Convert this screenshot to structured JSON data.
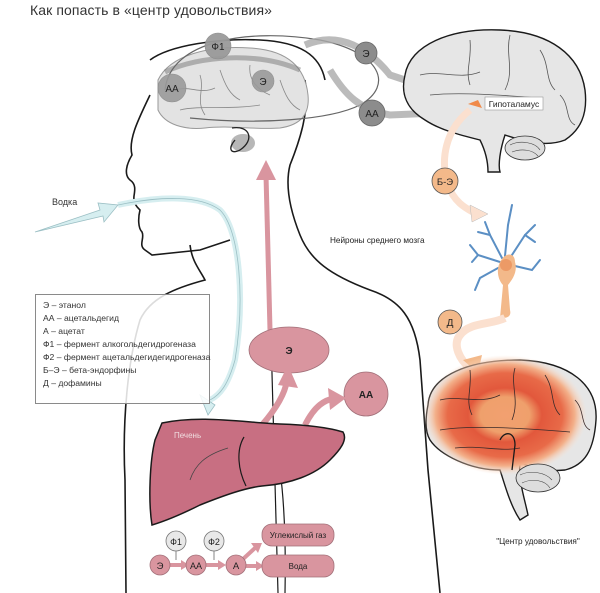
{
  "title": "Как попасть в «центр удовольствия»",
  "labels": {
    "vodka": "Водка",
    "liver": "Печень",
    "hypothalamus": "Гипоталамус",
    "midbrain_neurons": "Нейроны среднего мозга",
    "pleasure_center": "\"Центр удовольствия\""
  },
  "head_brain_circles": {
    "f1": "Ф1",
    "aa": "АА",
    "e": "Э"
  },
  "right_brain_circles": {
    "e": "Э",
    "aa": "АА"
  },
  "body_circles": {
    "e": "Э",
    "aa": "АА"
  },
  "signal_circles": {
    "beta_endorphins": "Б-Э",
    "dopamine": "Д"
  },
  "metabolism_chain": {
    "enzyme1": "Ф1",
    "enzyme2": "Ф2",
    "ethanol": "Э",
    "acetaldehyde": "АА",
    "acetate": "А",
    "product1": "Углекислый газ",
    "product2": "Вода"
  },
  "legend": [
    "Э – этанол",
    "АА – ацетальдегид",
    "А – ацетат",
    "Ф1 – фермент алкогольдегидрогеназа",
    "Ф2 – фермент ацетальдегидегидрогеназа",
    "Б–Э – бета-эндорфины",
    "Д – дофамины"
  ],
  "colors": {
    "pink_fill": "#d9959f",
    "liver_fill": "#c86f82",
    "grey_circle": "#9a9a9a",
    "orange_circle": "#f3b98a",
    "neuron_blue": "#5b8fc4",
    "vodka_arrow": "#d6eef0",
    "brain_fill": "#e6e6e6",
    "pleasure_red": "#e05a3e"
  }
}
